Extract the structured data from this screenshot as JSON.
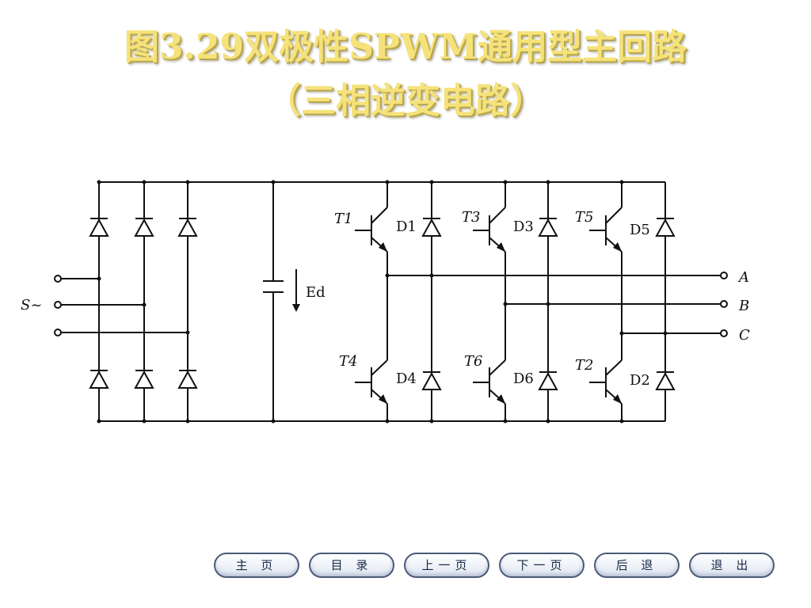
{
  "title": {
    "line1": "图3.29双极性SPWM通用型主回路",
    "line2": "（三相逆变电路）"
  },
  "circuit": {
    "source_label": "S~",
    "capacitor_label": "Ed",
    "igbt_labels": [
      "T1",
      "T3",
      "T5",
      "T4",
      "T6",
      "T2"
    ],
    "diode_labels": [
      "D1",
      "D3",
      "D5",
      "D4",
      "D6",
      "D2"
    ],
    "output_labels": [
      "A",
      "B",
      "C"
    ]
  },
  "nav": {
    "home": "主 页",
    "contents": "目 录",
    "prev": "上一页",
    "next": "下一页",
    "back": "后 退",
    "exit": "退 出"
  },
  "colors": {
    "title_fill": "#f5e27a",
    "wire": "#111111",
    "button_border": "#4a5a78"
  }
}
